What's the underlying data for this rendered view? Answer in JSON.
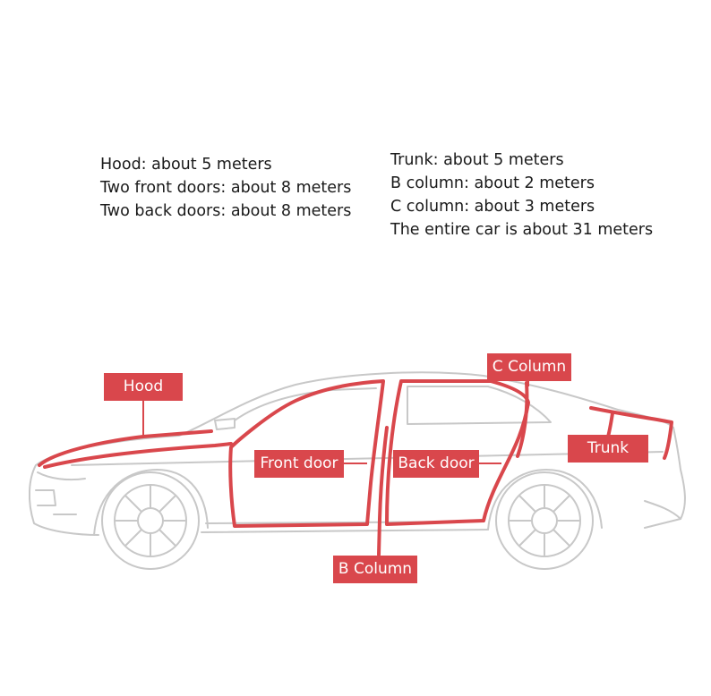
{
  "specs": {
    "left": [
      "Hood: about 5 meters",
      "Two front doors: about 8 meters",
      "Two back doors: about 8 meters"
    ],
    "right": [
      "Trunk: about 5 meters",
      "B column: about 2 meters",
      "C column: about 3 meters",
      "The entire car is about 31 meters"
    ]
  },
  "labels": {
    "hood": "Hood",
    "front_door": "Front door",
    "back_door": "Back door",
    "c_column": "C Column",
    "trunk": "Trunk",
    "b_column": "B Column"
  },
  "colors": {
    "seal_strip": "#d9474c",
    "car_outline": "#c8c8c8",
    "label_background": "#d9474c",
    "label_text": "#ffffff"
  }
}
